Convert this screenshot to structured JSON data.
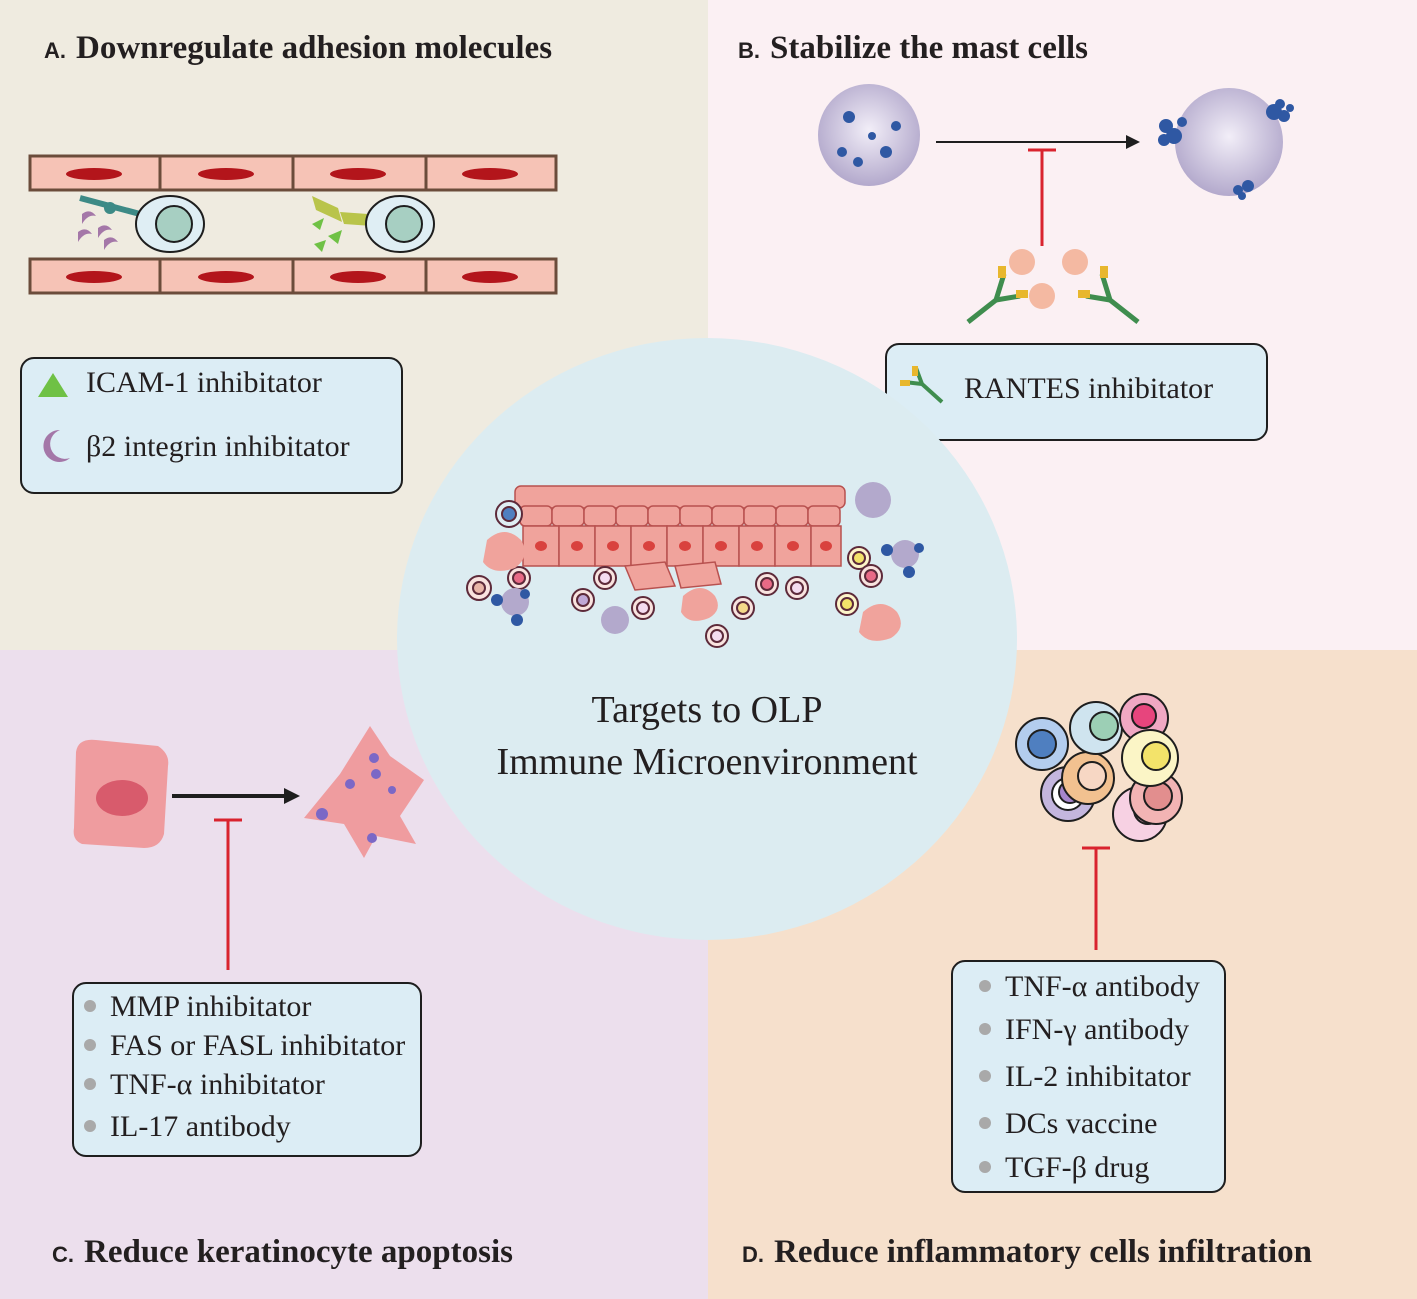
{
  "center": {
    "title_line1": "Targets to OLP",
    "title_line2": "Immune Microenvironment"
  },
  "panel_a": {
    "letter": "A.",
    "title": "Downregulate adhesion molecules",
    "legend": [
      {
        "icon": "green-triangle-icon",
        "label": "ICAM-1 inhibitator"
      },
      {
        "icon": "purple-crescent-icon",
        "label": "β2 integrin inhibitator"
      }
    ]
  },
  "panel_b": {
    "letter": "B.",
    "title": "Stabilize the mast cells",
    "legend": [
      {
        "icon": "antibody-icon",
        "label": "RANTES inhibitator"
      }
    ]
  },
  "panel_c": {
    "letter": "C.",
    "title": "Reduce keratinocyte apoptosis",
    "items": [
      "MMP inhibitator",
      "FAS or FASL inhibitator",
      "TNF-α inhibitator",
      "IL-17 antibody"
    ]
  },
  "panel_d": {
    "letter": "D.",
    "title": "Reduce inflammatory cells infiltration",
    "items": [
      "TNF-α antibody",
      "IFN-γ antibody",
      "IL-2 inhibitator",
      "DCs vaccine",
      "TGF-β drug"
    ]
  },
  "colors": {
    "inhibit_line": "#d9232e",
    "blood_cell": "#b3151b",
    "vessel": "#f6c3b6",
    "box_fill": "#dcedf5"
  }
}
